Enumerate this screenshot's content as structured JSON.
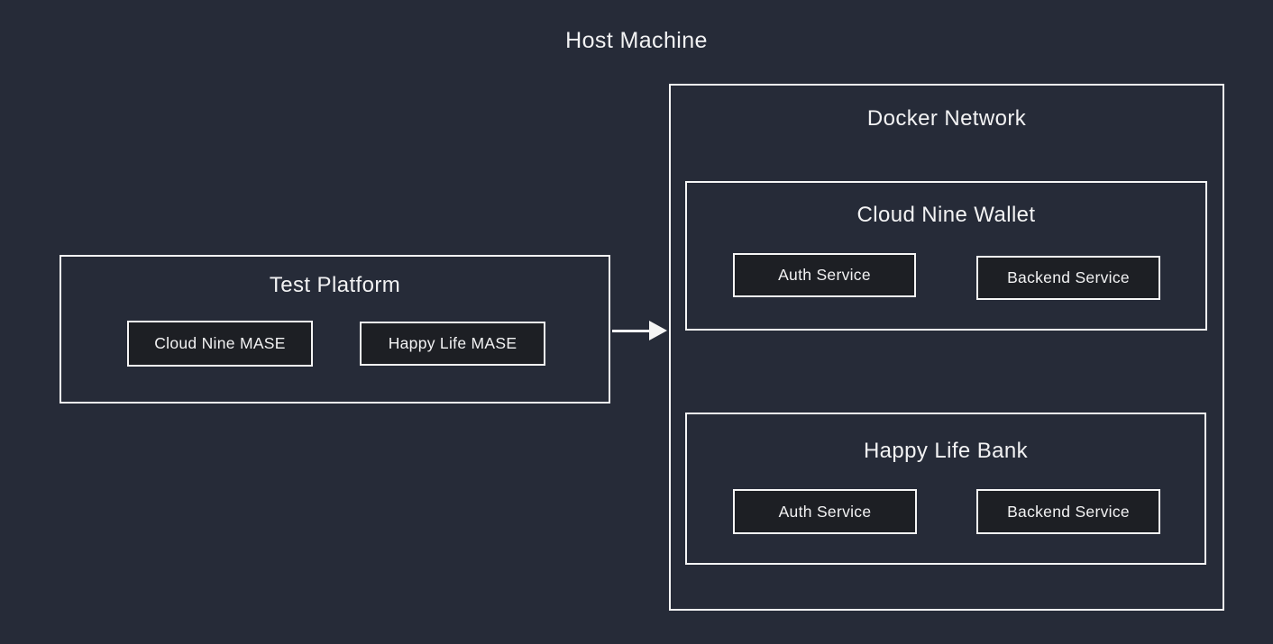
{
  "host": {
    "title": "Host Machine"
  },
  "test_platform": {
    "title": "Test Platform",
    "nodes": [
      {
        "label": "Cloud Nine MASE"
      },
      {
        "label": "Happy Life MASE"
      }
    ]
  },
  "docker_network": {
    "title": "Docker Network",
    "groups": [
      {
        "title": "Cloud Nine Wallet",
        "nodes": [
          {
            "label": "Auth Service"
          },
          {
            "label": "Backend Service"
          }
        ]
      },
      {
        "title": "Happy Life Bank",
        "nodes": [
          {
            "label": "Auth Service"
          },
          {
            "label": "Backend Service"
          }
        ]
      }
    ]
  },
  "colors": {
    "background": "#262b38",
    "node_fill": "#1d1f24",
    "border": "#f5f5f5",
    "text": "#f2f2f3"
  }
}
